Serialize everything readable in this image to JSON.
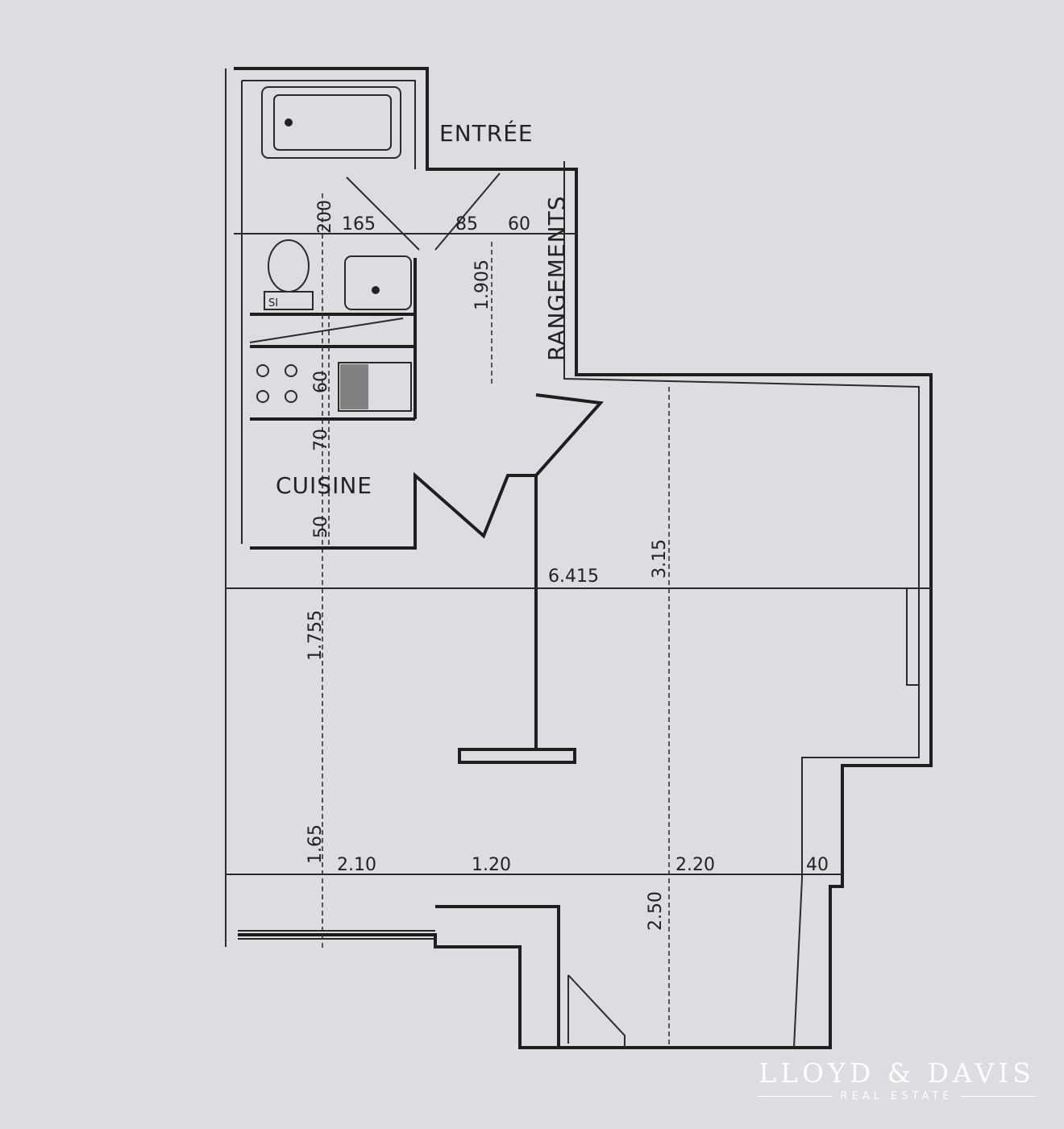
{
  "rooms": {
    "entry": "ENTRÉE",
    "storage": "RANGEMENTS",
    "kitchen": "CUISINE"
  },
  "fixtures": {
    "toilet_tag": "SI"
  },
  "dimensions": {
    "d200": "200",
    "d165": "165",
    "d85": "85",
    "d60_top": "60",
    "d1905": "1.905",
    "d60_kitchen": "60",
    "d70": "70",
    "d50": "50",
    "d6415": "6.415",
    "d315": "3.15",
    "d1755": "1.755",
    "d165b": "1.65",
    "d210": "2.10",
    "d120": "1.20",
    "d220": "2.20",
    "d40": "40",
    "d250": "2.50"
  },
  "logo": {
    "name": "LLOYD & DAVIS",
    "subtitle": "REAL ESTATE"
  }
}
